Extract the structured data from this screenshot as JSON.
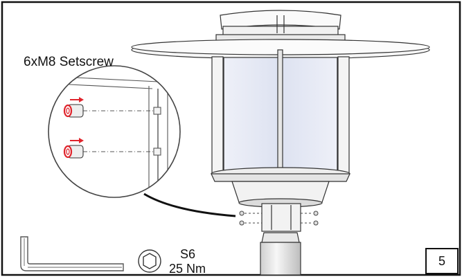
{
  "callout": {
    "label": "6xM8 Setscrew"
  },
  "tool_spec": {
    "size": "S6",
    "torque": "25 Nm"
  },
  "step": {
    "number": "5"
  },
  "colors": {
    "line": "#2a2a2a",
    "lamp_lens": "#dfe3f0",
    "screw_accent": "#e0242c",
    "arrow": "#e0242c"
  }
}
